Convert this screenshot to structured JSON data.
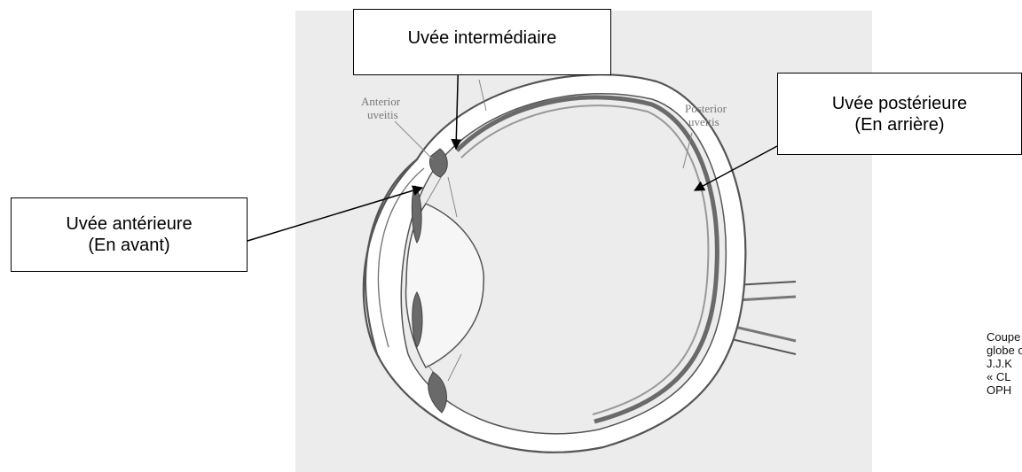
{
  "callouts": {
    "intermediate": {
      "line1": "Uvée intermédiaire"
    },
    "posterior": {
      "line1": "Uvée postérieure",
      "line2": "(En arrière)"
    },
    "anterior": {
      "line1": "Uvée antérieure",
      "line2": "(En avant)"
    }
  },
  "figure_labels": {
    "anterior_uveitis": [
      "Anterior",
      "uveitis"
    ],
    "posterior_uveitis": [
      "Posterior",
      "uveitis"
    ]
  },
  "caption": {
    "lines": [
      "Coupe du",
      "globe oculaire",
      "J.J.K",
      "« CL",
      "OPH"
    ]
  },
  "colors": {
    "panel": "#ececec",
    "eye_wall": "#ffffff",
    "outline": "#555555",
    "uvea": "#6a6a6a",
    "arrow": "#000000"
  }
}
